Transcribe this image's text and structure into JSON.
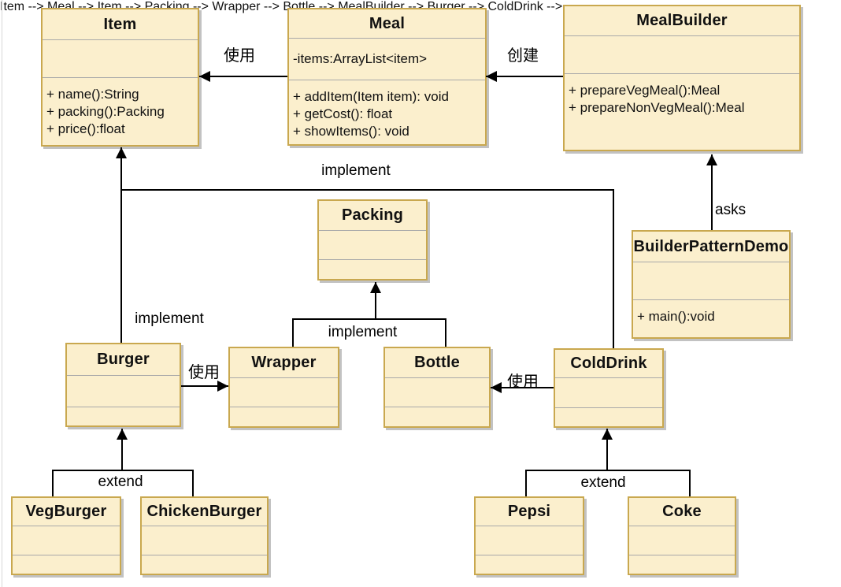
{
  "classes": {
    "item": {
      "name": "Item",
      "attributes": [],
      "methods": [
        "+ name():String",
        "+ packing():Packing",
        "+ price():float"
      ]
    },
    "meal": {
      "name": "Meal",
      "attributes": [
        "-items:ArrayList<item>"
      ],
      "methods": [
        "+ addItem(Item item): void",
        "+ getCost(): float",
        "+ showItems(): void"
      ]
    },
    "meal_builder": {
      "name": "MealBuilder",
      "attributes": [],
      "methods": [
        "+ prepareVegMeal():Meal",
        "+ prepareNonVegMeal():Meal"
      ]
    },
    "packing": {
      "name": "Packing",
      "attributes": [],
      "methods": []
    },
    "builder_pattern_demo": {
      "name": "BuilderPatternDemo",
      "attributes": [],
      "methods": [
        "+ main():void"
      ]
    },
    "burger": {
      "name": "Burger",
      "attributes": [],
      "methods": []
    },
    "wrapper": {
      "name": "Wrapper",
      "attributes": [],
      "methods": []
    },
    "bottle": {
      "name": "Bottle",
      "attributes": [],
      "methods": []
    },
    "cold_drink": {
      "name": "ColdDrink",
      "attributes": [],
      "methods": []
    },
    "veg_burger": {
      "name": "VegBurger",
      "attributes": [],
      "methods": []
    },
    "chicken_burger": {
      "name": "ChickenBurger",
      "attributes": [],
      "methods": []
    },
    "pepsi": {
      "name": "Pepsi",
      "attributes": [],
      "methods": []
    },
    "coke": {
      "name": "Coke",
      "attributes": [],
      "methods": []
    }
  },
  "edge_labels": {
    "use_meal_item": "使用",
    "create_mealbuilder_meal": "创建",
    "implement_colddrink_item": "implement",
    "implement_burger_item": "implement",
    "implement_wrapper_bottle_packing": "implement",
    "use_burger_wrapper": "使用",
    "use_colddrink_bottle": "使用",
    "asks_demo_mealbuilder": "asks",
    "extend_burgers": "extend",
    "extend_drinks": "extend"
  },
  "colors": {
    "box_fill": "#FBEFCD",
    "box_border": "#C9A84F",
    "box_shadow": "#C2C2C2",
    "compartment_divider": "#A9A9A9",
    "edge_line": "#000000",
    "text": "#111111",
    "background": "#FFFFFF"
  }
}
